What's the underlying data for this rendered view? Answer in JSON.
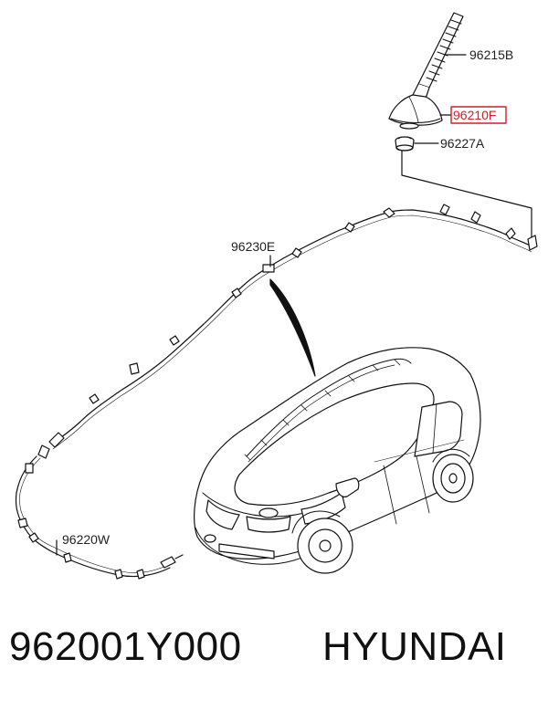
{
  "labels": {
    "antenna_rod": "96215B",
    "antenna_base": "96210F",
    "antenna_pad": "96227A",
    "roof_feeder_cable": "96230E",
    "extension_cable": "96220W"
  },
  "footer": {
    "part_number": "962001Y000",
    "brand": "HYUNDAI"
  },
  "colors": {
    "line": "#111111",
    "highlight": "#d0202a",
    "background": "#ffffff"
  }
}
